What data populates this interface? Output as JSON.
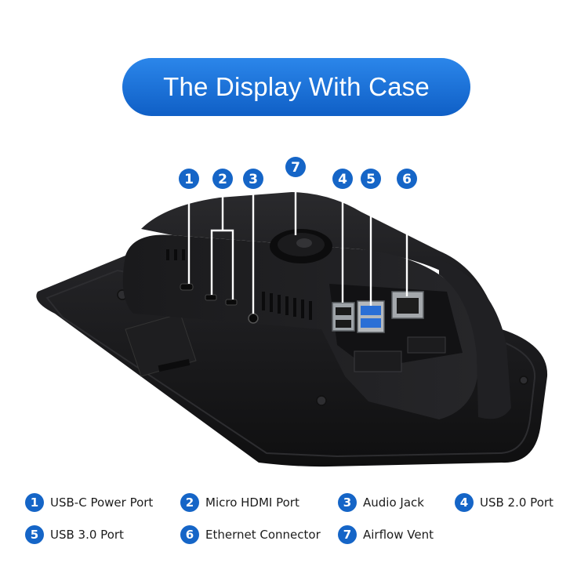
{
  "title": "The Display With Case",
  "colors": {
    "accent": "#1565c7",
    "case": "#1b1b1d",
    "port_blue": "#2a6fd6"
  },
  "callouts": [
    {
      "number": "1"
    },
    {
      "number": "2"
    },
    {
      "number": "3"
    },
    {
      "number": "4"
    },
    {
      "number": "5"
    },
    {
      "number": "6"
    },
    {
      "number": "7"
    }
  ],
  "legend": [
    {
      "number": "1",
      "label": "USB-C Power Port"
    },
    {
      "number": "2",
      "label": "Micro HDMI Port"
    },
    {
      "number": "3",
      "label": "Audio Jack"
    },
    {
      "number": "4",
      "label": "USB 2.0 Port"
    },
    {
      "number": "5",
      "label": "USB 3.0 Port"
    },
    {
      "number": "6",
      "label": "Ethernet Connector"
    },
    {
      "number": "7",
      "label": "Airflow Vent"
    }
  ]
}
